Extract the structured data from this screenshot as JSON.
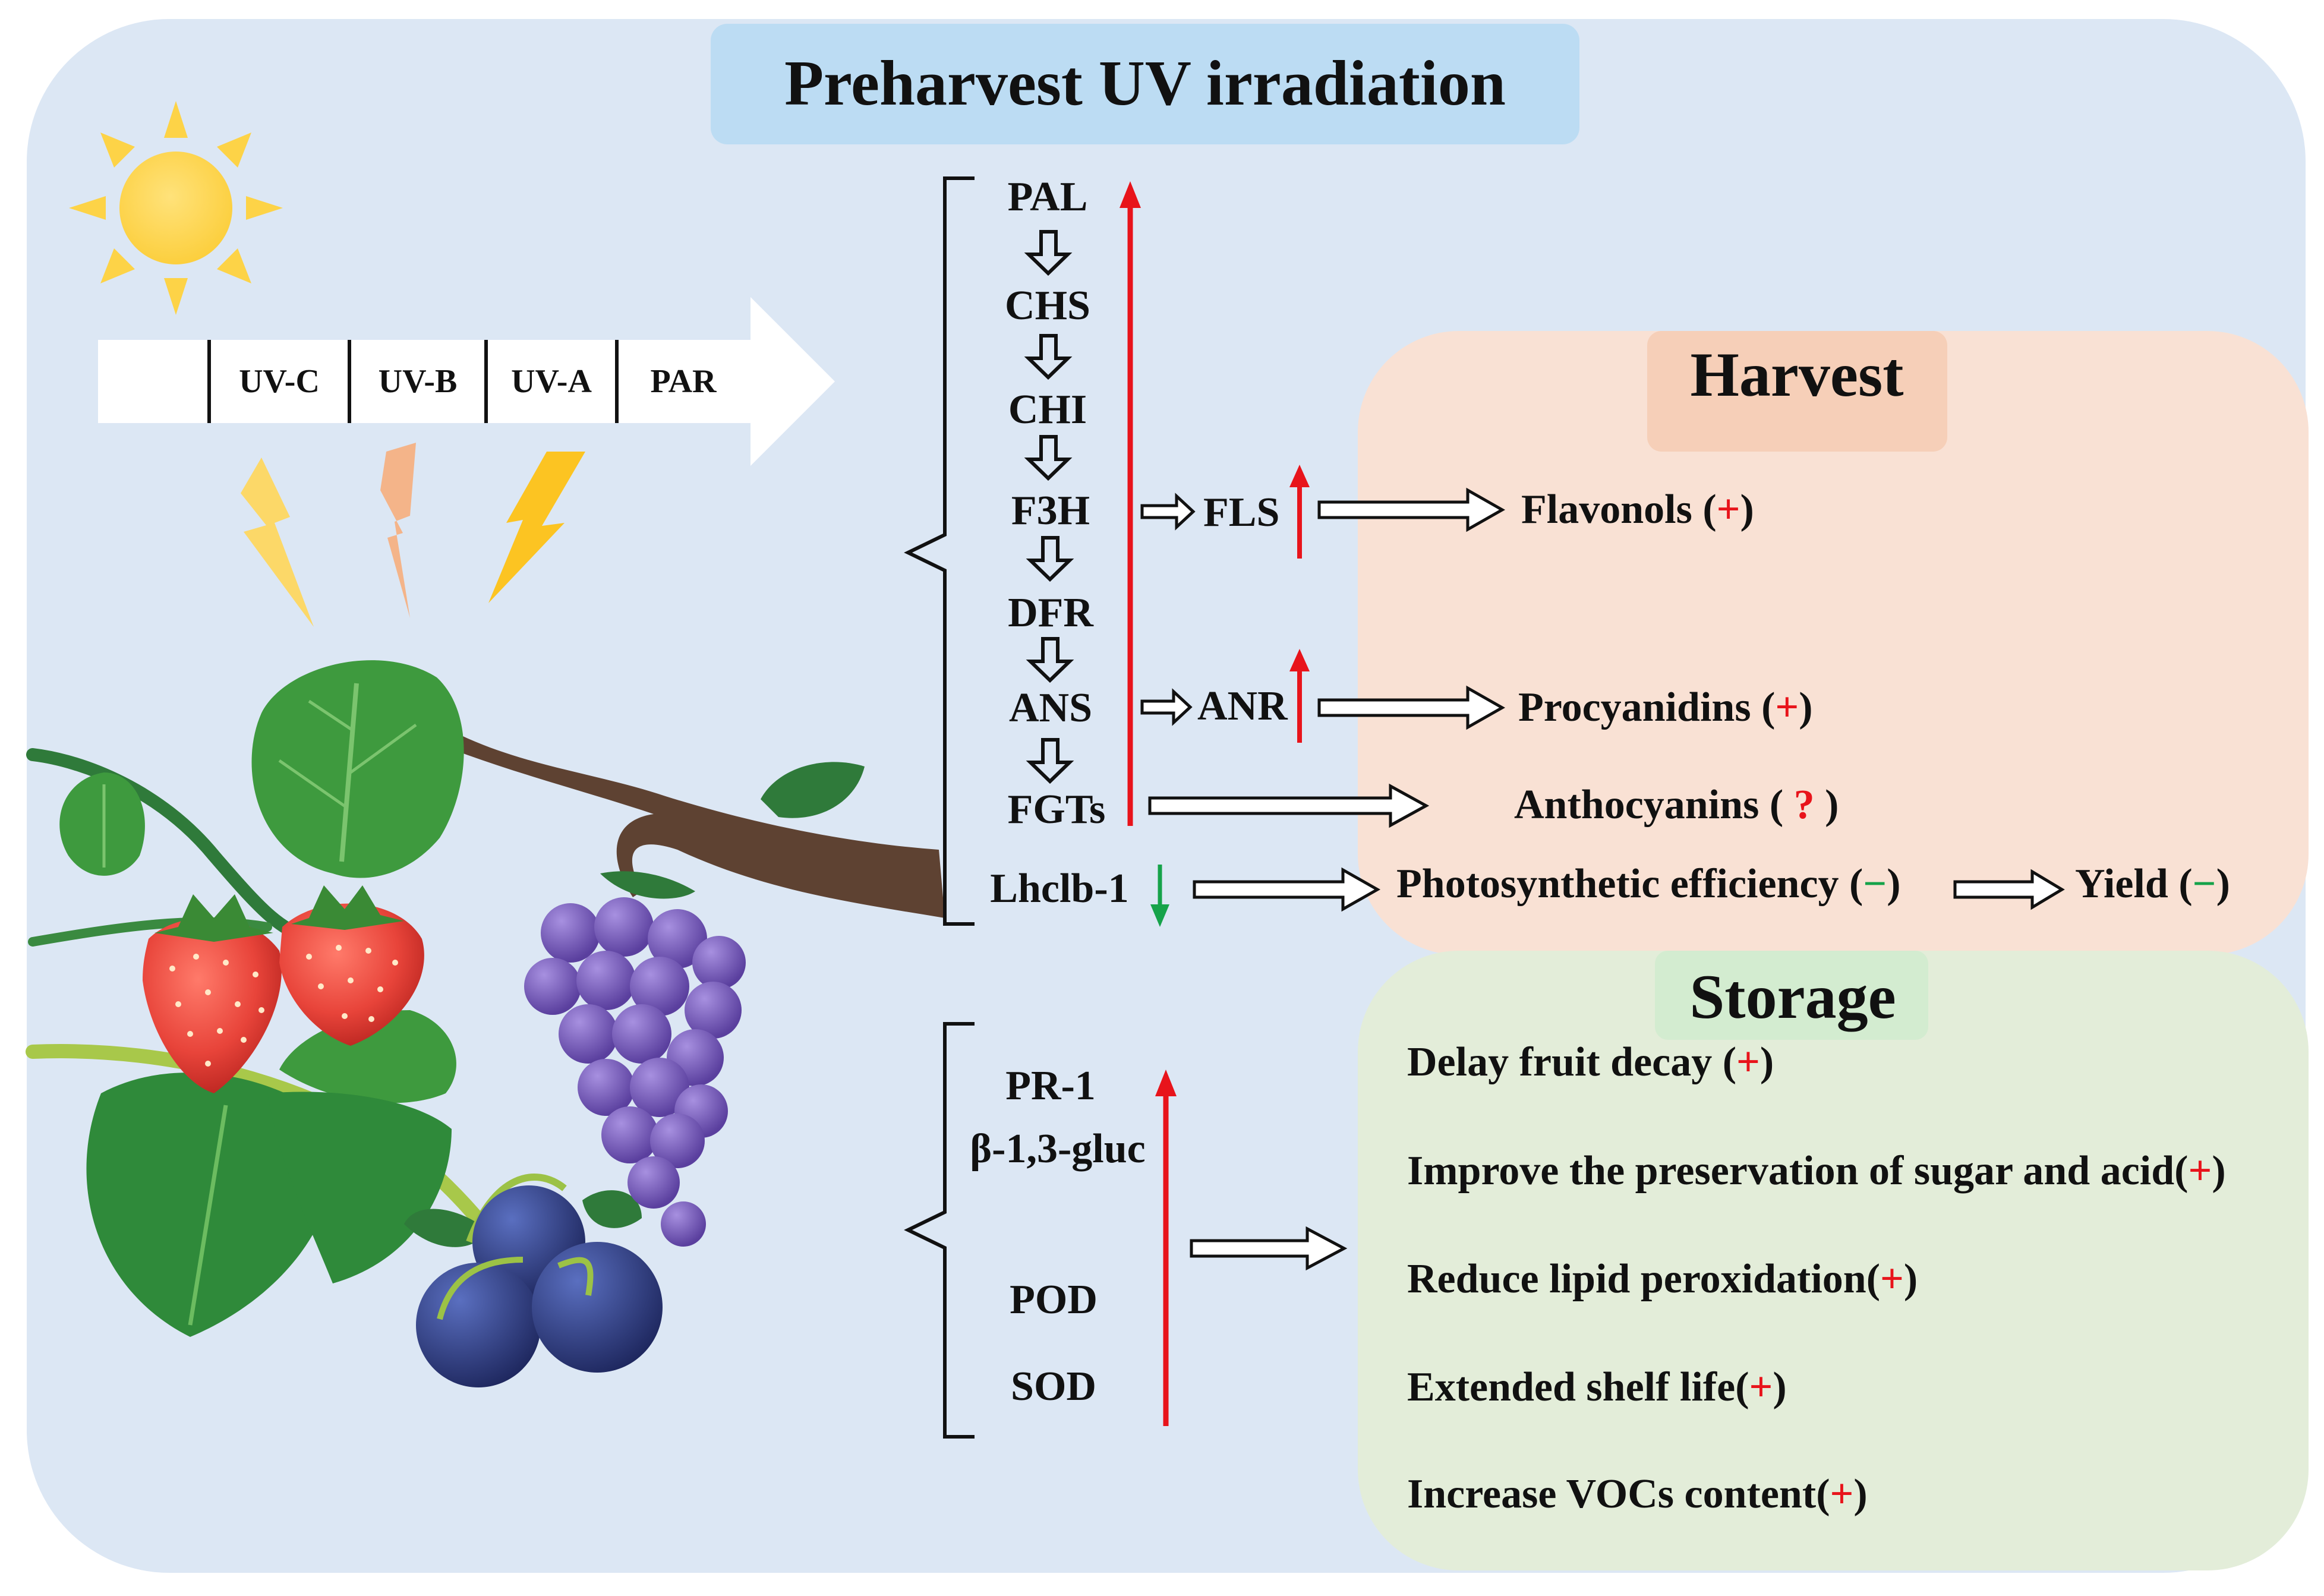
{
  "title": "Preharvest UV irradiation",
  "spectrum": [
    "",
    "UV-C",
    "UV-B",
    "UV-A",
    "PAR"
  ],
  "panels": {
    "harvest": "Harvest",
    "storage": "Storage"
  },
  "pathway": {
    "enzymes": [
      "PAL",
      "CHS",
      "CHI",
      "F3H",
      "DFR",
      "ANS",
      "FGTs"
    ],
    "branch_fls": "FLS",
    "branch_anr": "ANR",
    "lhcb": "Lhclb-1"
  },
  "harvest_outcomes": {
    "flavonols": {
      "label": "Flavonols",
      "sign": "+"
    },
    "procyanidins": {
      "label": "Procyanidins",
      "sign": "+"
    },
    "anthocyanins": {
      "label": "Anthocyanins",
      "sign": "?"
    },
    "photosynthesis": {
      "label": "Photosynthetic efficiency",
      "sign": "−"
    },
    "yield": {
      "label": "Yield",
      "sign": "−"
    }
  },
  "storage_genes": [
    "PR-1",
    "β-1,3-gluc",
    "POD",
    "SOD"
  ],
  "storage_outcomes": [
    {
      "label": "Delay fruit decay",
      "sign": "+"
    },
    {
      "label": "Improve the preservation of sugar and acid",
      "sign": "+"
    },
    {
      "label": "Reduce lipid peroxidation",
      "sign": "+"
    },
    {
      "label": "Extended shelf life",
      "sign": "+"
    },
    {
      "label": "Increase VOCs content",
      "sign": "+"
    }
  ],
  "colors": {
    "background": "#dce7f4",
    "title_box": "#bcdcf3",
    "harvest_panel": "#f9e1d4",
    "harvest_title": "#f6cfb8",
    "storage_panel": "#e3edd9",
    "storage_title": "#d3ecd0",
    "up_arrow": "#e8141b",
    "down_arrow": "#16a34a",
    "plus_sign": "#e8141b",
    "minus_sign": "#16a34a",
    "sun": "#fdd347"
  },
  "icons": [
    "sun-icon",
    "lightning-icon",
    "strawberry-icon",
    "grape-icon",
    "blueberry-icon",
    "leaf-icon",
    "branch-icon"
  ]
}
